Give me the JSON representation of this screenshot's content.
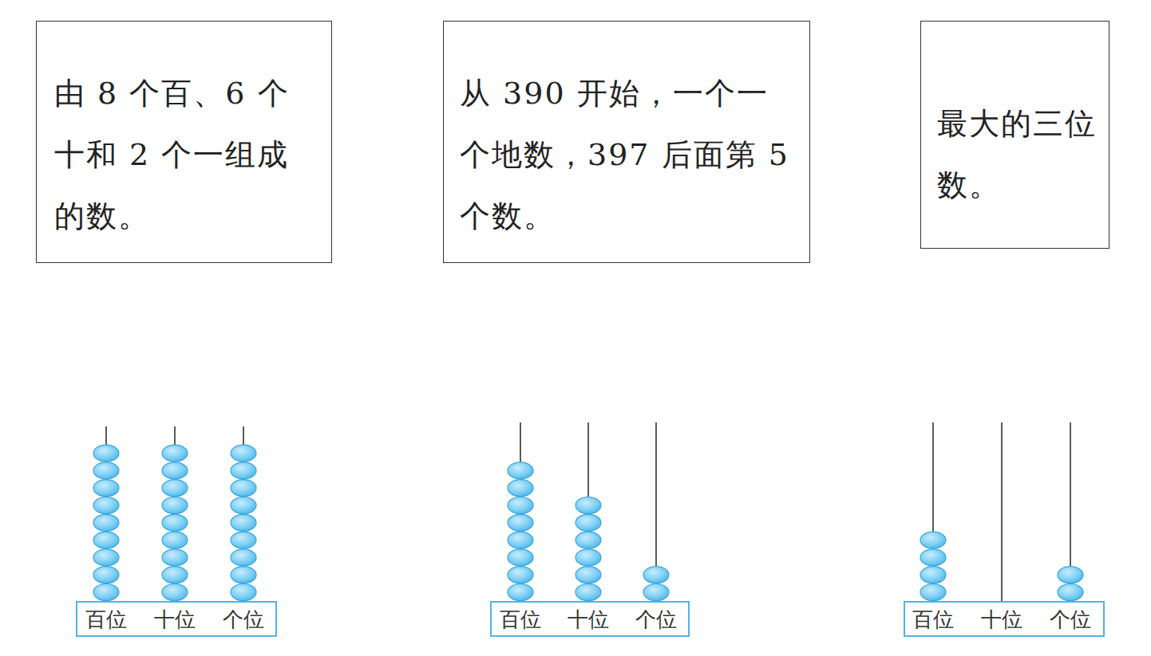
{
  "diagram": {
    "nodes": [
      {
        "text": [
          "由 8 个百、6 个十和 2 个一组成的数。"
        ]
      },
      {
        "text": [
          "从 390 开始，一个一个地数，397 后面第 5 个数。"
        ]
      },
      {
        "text": [
          "最大的三位数。"
        ]
      }
    ],
    "labels": [
      "百位",
      "十位",
      "个位",
      "百位",
      "十位",
      "个位",
      "百位",
      "十位",
      "个位"
    ]
  }
}
